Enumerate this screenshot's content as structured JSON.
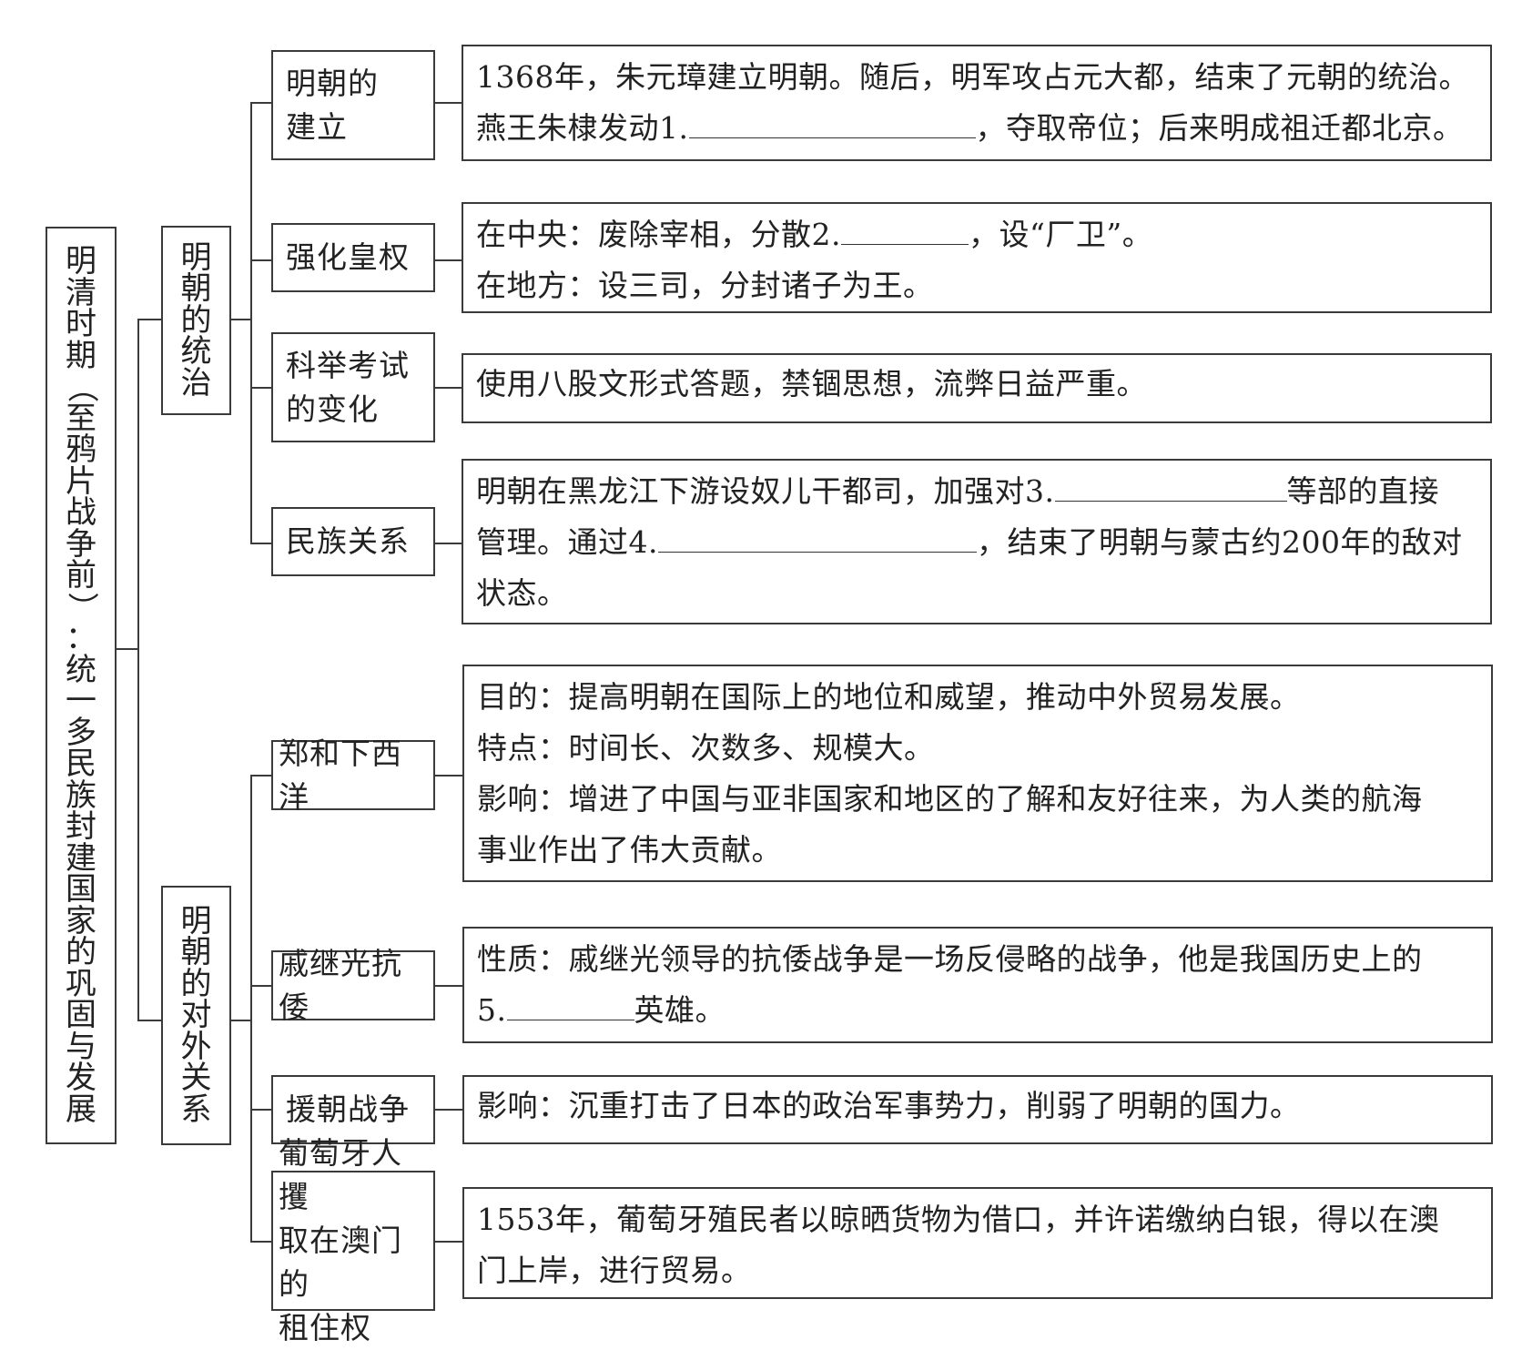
{
  "root": {
    "label": "明清时期（至鸦片战争前）：统一多民族封建国家的巩固与发展"
  },
  "branches": [
    {
      "label": "明朝的统治",
      "topics": [
        {
          "label_lines": [
            "明朝的",
            "建立"
          ],
          "content": [
            {
              "text": "1368年，朱元璋建立明朝。随后，明军攻占元大都，结束了元朝的统治。"
            },
            {
              "before": "燕王朱棣发动1.",
              "after": "，夺取帝位；后来明成祖迁都北京。"
            }
          ]
        },
        {
          "label_lines": [
            "强化皇权"
          ],
          "content": [
            {
              "before": "在中央：废除宰相，分散2.",
              "after": "，设“厂卫”。"
            },
            {
              "text": "在地方：设三司，分封诸子为王。"
            }
          ]
        },
        {
          "label_lines": [
            "科举考试",
            "的变化"
          ],
          "content": [
            {
              "text": "使用八股文形式答题，禁锢思想，流弊日益严重。"
            }
          ]
        },
        {
          "label_lines": [
            "民族关系"
          ],
          "content": [
            {
              "before": "明朝在黑龙江下游设奴儿干都司，加强对3.",
              "after": "等部的直接"
            },
            {
              "before": "管理。通过4.",
              "after": "，结束了明朝与蒙古约200年的敌对"
            },
            {
              "text": "状态。"
            }
          ]
        }
      ]
    },
    {
      "label": "明朝的对外关系",
      "topics": [
        {
          "label_lines": [
            "郑和下西洋"
          ],
          "content": [
            {
              "text": "目的：提高明朝在国际上的地位和威望，推动中外贸易发展。"
            },
            {
              "text": "特点：时间长、次数多、规模大。"
            },
            {
              "text": "影响：增进了中国与亚非国家和地区的了解和友好往来，为人类的航海"
            },
            {
              "text": "事业作出了伟大贡献。"
            }
          ]
        },
        {
          "label_lines": [
            "戚继光抗倭"
          ],
          "content": [
            {
              "text": "性质：戚继光领导的抗倭战争是一场反侵略的战争，他是我国历史上的"
            },
            {
              "before": "5.",
              "after": "英雄。"
            }
          ]
        },
        {
          "label_lines": [
            "援朝战争"
          ],
          "content": [
            {
              "text": "影响：沉重打击了日本的政治军事势力，削弱了明朝的国力。"
            }
          ]
        },
        {
          "label_lines": [
            "葡萄牙人攫",
            "取在澳门的",
            "租住权"
          ],
          "content": [
            {
              "text": "1553年，葡萄牙殖民者以晾晒货物为借口，并许诺缴纳白银，得以在澳"
            },
            {
              "text": "门上岸，进行贸易。"
            }
          ]
        }
      ]
    }
  ]
}
